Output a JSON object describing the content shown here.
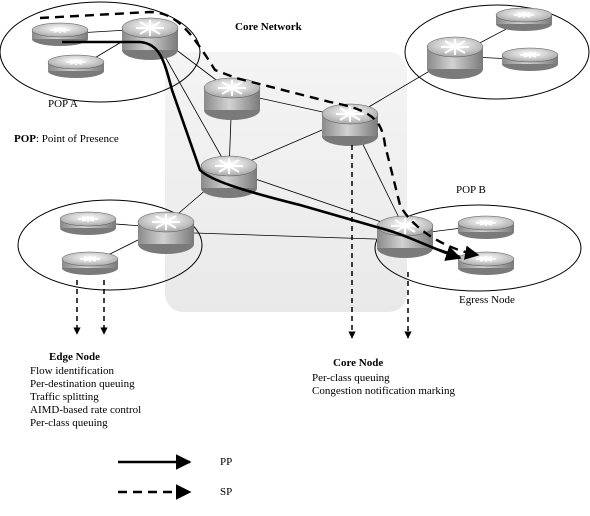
{
  "core_title": "Core Network",
  "pop_a_label": "POP A",
  "pop_b_label": "POP B",
  "pop_definition": {
    "term": "POP",
    "text": ": Point of Presence"
  },
  "egress_label": "Egress Node",
  "edge_node": {
    "title": "Edge Node",
    "items": [
      "Flow identification",
      "Per-destination queuing",
      "Traffic splitting",
      "AIMD-based rate control",
      "Per-class queuing"
    ]
  },
  "core_node": {
    "title": "Core Node",
    "items": [
      "Per-class queuing",
      "Congestion notification  marking"
    ]
  },
  "legend": [
    {
      "style": "solid",
      "label": "PP"
    },
    {
      "style": "dashed",
      "label": "SP"
    }
  ]
}
